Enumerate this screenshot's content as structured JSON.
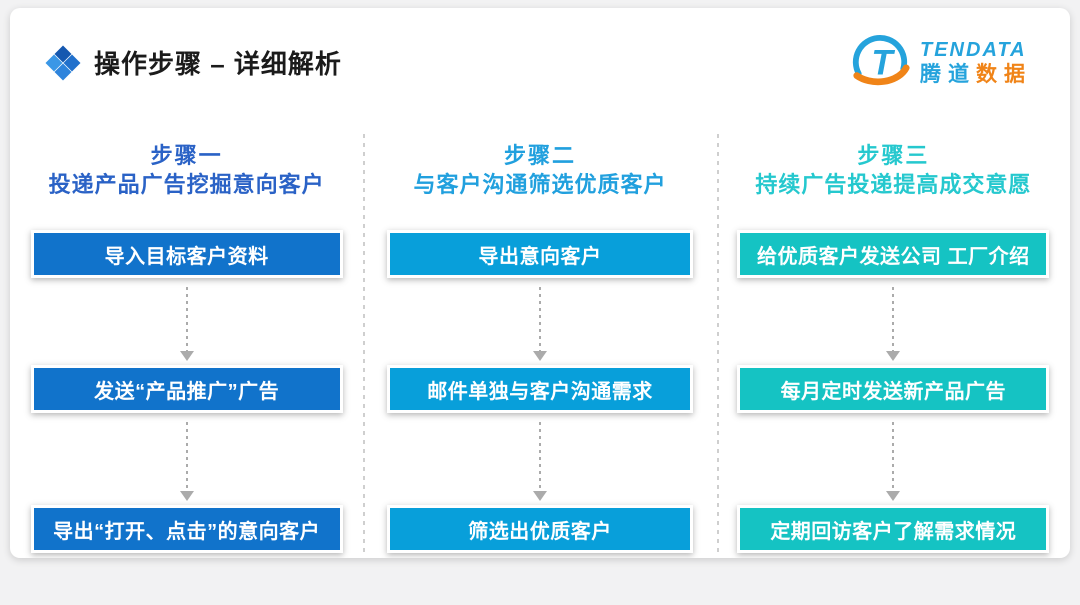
{
  "colors": {
    "background": "#F2F2F3",
    "card": "#FFFFFF",
    "title_text": "#1B1B1B",
    "divider": "#CFCFCF",
    "arrow": "#ABABAB",
    "logo_blue": "#25A3DC",
    "logo_orange": "#F08418"
  },
  "header": {
    "title": "操作步骤 – 详细解析",
    "icon": "diamond-cluster-icon",
    "logo": {
      "brand": "TENDATA",
      "brand_cn_blue": "腾道",
      "brand_cn_orange": "数据",
      "globe_letter": "T"
    }
  },
  "columns": [
    {
      "title": "步骤一",
      "subtitle": "投递产品广告挖掘意向客户",
      "accent": "#2A62C6",
      "box_color": "#1173CB",
      "boxes": [
        "导入目标客户资料",
        "发送“产品推广”广告",
        "导出“打开、点击”的意向客户"
      ]
    },
    {
      "title": "步骤二",
      "subtitle": "与客户沟通筛选优质客户",
      "accent": "#21A0DE",
      "box_color": "#089FDA",
      "boxes": [
        "导出意向客户",
        "邮件单独与客户沟通需求",
        "筛选出优质客户"
      ]
    },
    {
      "title": "步骤三",
      "subtitle": "持续广告投递提高成交意愿",
      "accent": "#25C8CE",
      "box_color": "#15C3C3",
      "boxes": [
        "给优质客户发送公司 工厂介绍",
        "每月定时发送新产品广告",
        "定期回访客户了解需求情况"
      ]
    }
  ]
}
